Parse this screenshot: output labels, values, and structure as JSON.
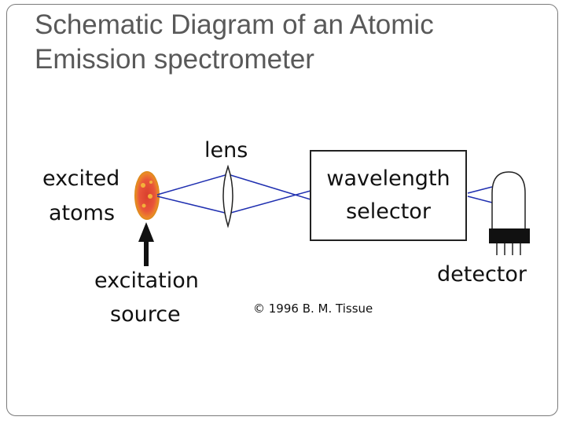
{
  "title": {
    "line1": "Schematic Diagram of an Atomic",
    "line2": "Emission spectrometer"
  },
  "diagram": {
    "labels": {
      "excited_atoms_line1": "excited",
      "excited_atoms_line2": "atoms",
      "lens": "lens",
      "wavelength_selector_line1": "wavelength",
      "wavelength_selector_line2": "selector",
      "excitation_source_line1": "excitation",
      "excitation_source_line2": "source",
      "detector": "detector"
    },
    "copyright": "© 1996 B. M. Tissue",
    "colors": {
      "beam": "#1f2fb0",
      "atoms_core": "#e8553a",
      "atoms_edge": "#f0a020",
      "box": "#222222",
      "title_text": "#595959"
    }
  }
}
